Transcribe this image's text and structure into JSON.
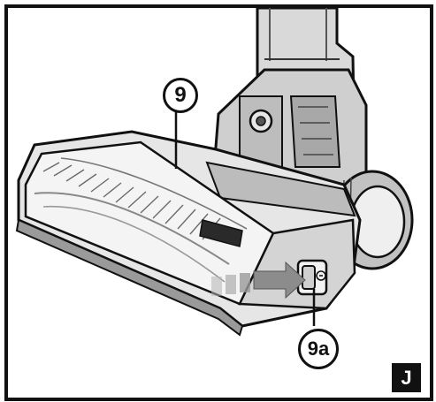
{
  "callouts": {
    "brush_bar": "9",
    "release_button": "9a"
  },
  "figure_tag": "J",
  "colors": {
    "outline": "#111111",
    "body_gray": "#9a9a9a",
    "light_gray": "#e2e2e2",
    "arrow_gray": "#8c8c8c"
  },
  "icons": {
    "direction_arrow": "arrow-right-icon",
    "unlock_symbol": "unlock-icon"
  }
}
